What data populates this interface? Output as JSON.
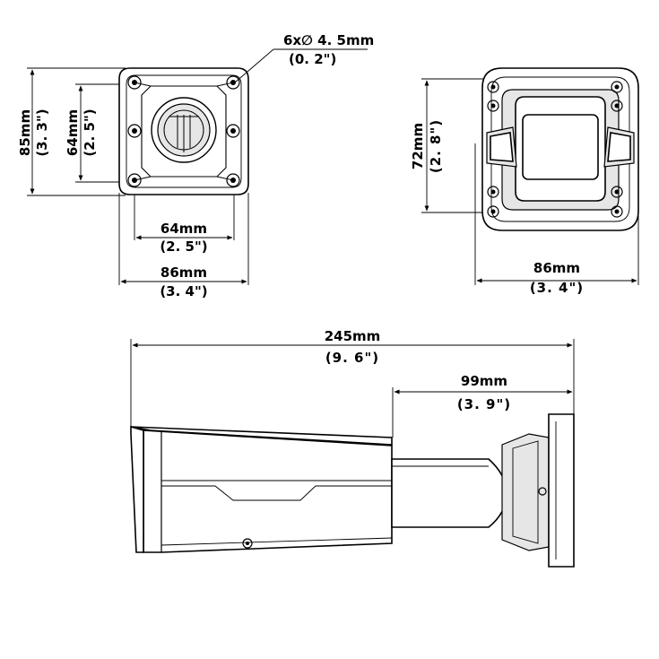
{
  "colors": {
    "line": "#000000",
    "background": "#ffffff",
    "shade": "#e6e6e6"
  },
  "views": {
    "base": {
      "hole_mm": "6x∅ 4. 5mm",
      "hole_in": "(0. 2\")",
      "height_outer_mm": "85mm",
      "height_outer_in": "(3. 3\")",
      "height_inner_mm": "64mm",
      "height_inner_in": "(2. 5\")",
      "width_inner_mm": "64mm",
      "width_inner_in": "(2. 5\")",
      "width_outer_mm": "86mm",
      "width_outer_in": "(3. 4\")"
    },
    "front": {
      "height_mm": "72mm",
      "height_in": "(2. 8\")",
      "width_mm": "86mm",
      "width_in": "(3. 4\")"
    },
    "side": {
      "length_mm": "245mm",
      "length_in": "(9. 6\")",
      "bracket_mm": "99mm",
      "bracket_in": "(3. 9\")"
    }
  }
}
